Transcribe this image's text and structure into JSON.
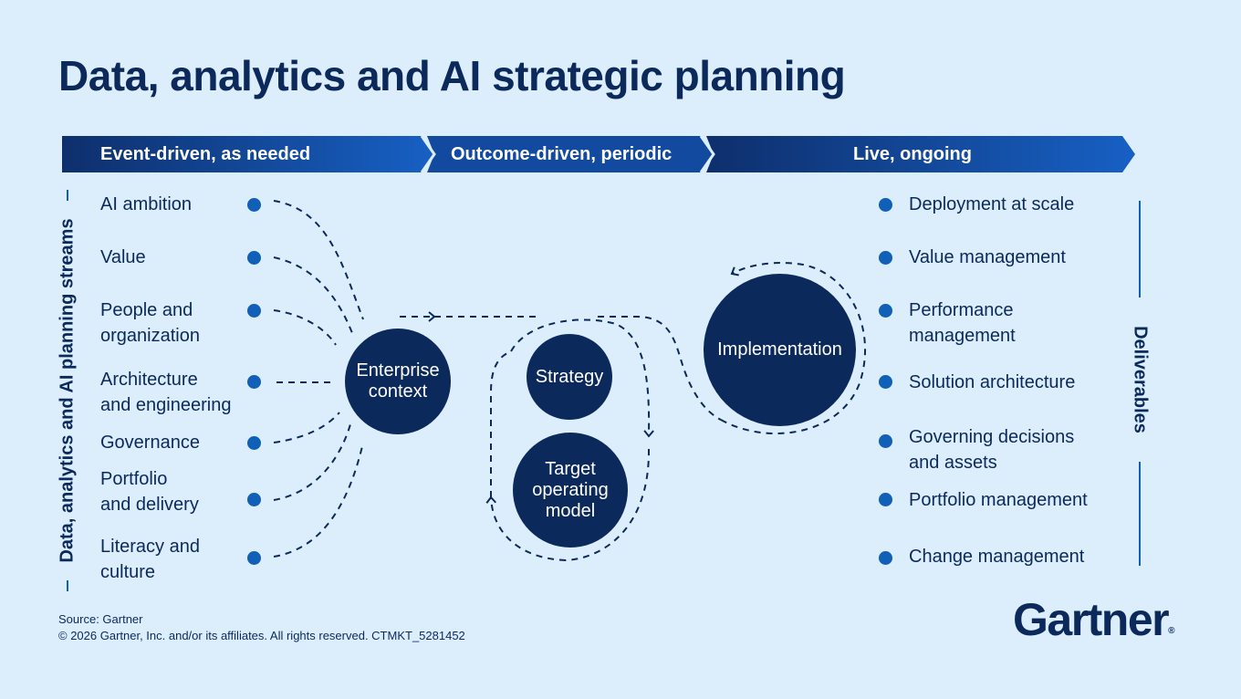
{
  "title": "Data, analytics and AI strategic planning",
  "phases": [
    {
      "label": "Event-driven, as needed"
    },
    {
      "label": "Outcome-driven, periodic"
    },
    {
      "label": "Live, ongoing"
    }
  ],
  "streams_label": "Data, analytics and AI planning streams",
  "streams": [
    {
      "text": "AI ambition"
    },
    {
      "text": "Value"
    },
    {
      "text": "People and\norganization"
    },
    {
      "text": "Architecture\nand engineering"
    },
    {
      "text": "Governance"
    },
    {
      "text": "Portfolio\nand delivery"
    },
    {
      "text": "Literacy and\nculture"
    }
  ],
  "nodes": {
    "enterprise_context": "Enterprise\ncontext",
    "strategy": "Strategy",
    "target_operating_model": "Target\noperating\nmodel",
    "implementation": "Implementation"
  },
  "deliverables_label": "Deliverables",
  "deliverables": [
    {
      "text": "Deployment at scale"
    },
    {
      "text": "Value management"
    },
    {
      "text": "Performance\nmanagement"
    },
    {
      "text": "Solution architecture"
    },
    {
      "text": "Governing decisions\nand assets"
    },
    {
      "text": "Portfolio management"
    },
    {
      "text": "Change management"
    }
  ],
  "source": "Source: Gartner",
  "copyright": "© 2026 Gartner, Inc. and/or its affiliates. All rights reserved. CTMKT_5281452",
  "logo": {
    "text": "Gartner",
    "mark": "®"
  },
  "colors": {
    "background": "#dcedfb",
    "navy": "#0b2a5b",
    "accent_blue": "#1060b8",
    "bar_start": "#0e2f6c",
    "bar_end": "#1760c4"
  }
}
